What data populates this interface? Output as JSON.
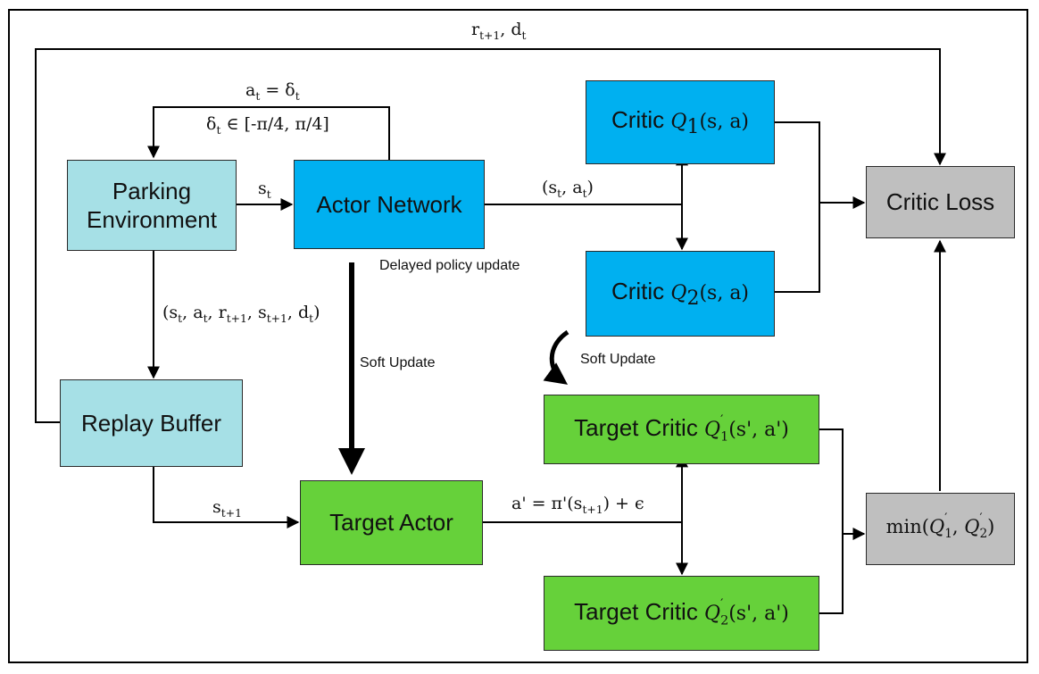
{
  "boxes": {
    "parking_env": [
      "Parking",
      "Environment"
    ],
    "actor_network": "Actor Network",
    "replay_buffer": "Replay Buffer",
    "target_actor": "Target Actor",
    "critic_loss": "Critic Loss",
    "critic1": {
      "prefix": "Critic ",
      "sym": "Q",
      "sub": "1",
      "args": "(s, a)"
    },
    "critic2": {
      "prefix": "Critic ",
      "sym": "Q",
      "sub": "2",
      "args": "(s, a)"
    },
    "target_critic1": {
      "prefix": "Target Critic ",
      "sym": "Q",
      "prime": "′",
      "sub": "1",
      "args": "(s', a')"
    },
    "target_critic2": {
      "prefix": "Target Critic ",
      "sym": "Q",
      "prime": "′",
      "sub": "2",
      "args": "(s', a')"
    },
    "min": {
      "fn": "min(",
      "q": "Q",
      "prime": "′",
      "sub1": "1",
      "sep": ", ",
      "sub2": "2",
      "close": ")"
    }
  },
  "labels": {
    "reward_done": {
      "r": "r",
      "r_sub": "t+1",
      "sep": ", d",
      "d_sub": "t"
    },
    "action_eq": {
      "a": "a",
      "a_sub": "t",
      "eq": " = δ",
      "d_sub": "t"
    },
    "delta_range": {
      "d": "δ",
      "d_sub": "t",
      "rest": " ∈ [-π/4, π/4]"
    },
    "state": {
      "s": "s",
      "s_sub": "t"
    },
    "state_action": {
      "open": "(s",
      "s_sub": "t",
      "mid": ", a",
      "a_sub": "t",
      "close": ")"
    },
    "transition": {
      "t1": "(s",
      "s1": "t",
      "t2": ", a",
      "s2": "t",
      "t3": ", r",
      "s3": "t+1",
      "t4": ", s",
      "s4": "t+1",
      "t5": ", d",
      "s5": "t",
      "t6": ")"
    },
    "next_state": {
      "s": "s",
      "s_sub": "t+1"
    },
    "target_action": {
      "pre": "a' = π'(s",
      "sub": "t+1",
      "post": ") + ϵ"
    },
    "delayed_policy": "Delayed policy update",
    "soft_update_actor": "Soft Update",
    "soft_update_critic": "Soft Update"
  },
  "colors": {
    "env_fill": "#a6e0e6",
    "network_fill": "#00b0f0",
    "target_fill": "#66d13a",
    "loss_fill": "#bfbfbf",
    "line": "#000000"
  }
}
